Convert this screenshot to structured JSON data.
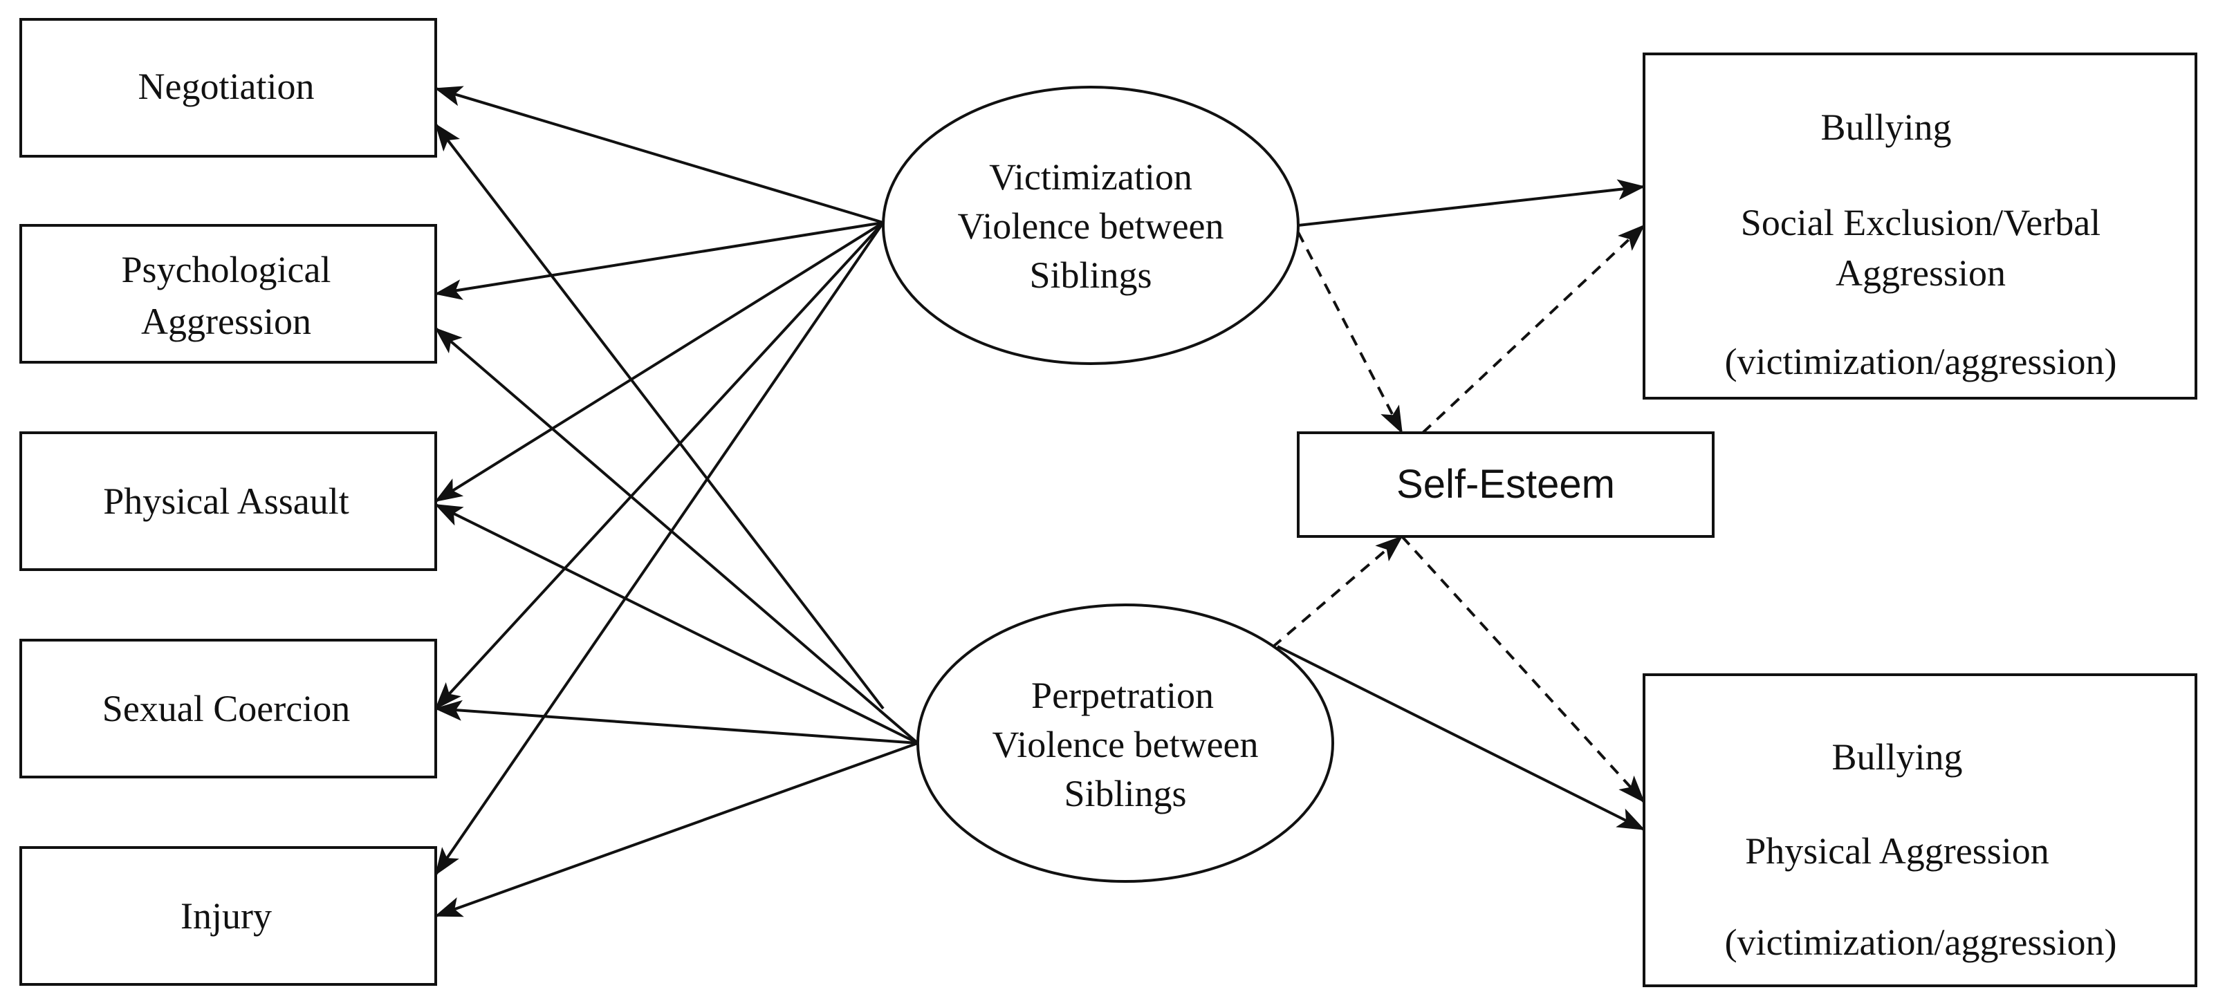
{
  "diagram": {
    "colors": {
      "stroke": "#111111",
      "background": "#ffffff"
    },
    "nodes": {
      "negotiation": {
        "lines": [
          "Negotiation"
        ]
      },
      "psychological": {
        "lines": [
          "Psychological",
          "Aggression"
        ]
      },
      "physical_assault": {
        "lines": [
          "Physical Assault"
        ]
      },
      "sexual_coercion": {
        "lines": [
          "Sexual Coercion"
        ]
      },
      "injury": {
        "lines": [
          "Injury"
        ]
      },
      "victimization": {
        "lines": [
          "Victimization",
          "Violence between",
          "Siblings"
        ]
      },
      "perpetration": {
        "lines": [
          "Perpetration",
          "Violence between",
          "Siblings"
        ]
      },
      "self_esteem": {
        "lines": [
          "Self-Esteem"
        ]
      },
      "bullying_social": {
        "lines": [
          "Bullying",
          "Social Exclusion/Verbal",
          "Aggression",
          "(victimization/aggression)"
        ]
      },
      "bullying_physical": {
        "lines": [
          "Bullying",
          "Physical Aggression",
          "(victimization/aggression)"
        ]
      }
    },
    "edges": [
      {
        "from": "victimization",
        "to": "negotiation",
        "style": "solid"
      },
      {
        "from": "victimization",
        "to": "psychological",
        "style": "solid"
      },
      {
        "from": "victimization",
        "to": "physical_assault",
        "style": "solid"
      },
      {
        "from": "victimization",
        "to": "sexual_coercion",
        "style": "solid"
      },
      {
        "from": "victimization",
        "to": "injury",
        "style": "solid"
      },
      {
        "from": "perpetration",
        "to": "negotiation",
        "style": "solid"
      },
      {
        "from": "perpetration",
        "to": "psychological",
        "style": "solid"
      },
      {
        "from": "perpetration",
        "to": "physical_assault",
        "style": "solid"
      },
      {
        "from": "perpetration",
        "to": "sexual_coercion",
        "style": "solid"
      },
      {
        "from": "perpetration",
        "to": "injury",
        "style": "solid"
      },
      {
        "from": "victimization",
        "to": "bullying_social",
        "style": "solid"
      },
      {
        "from": "perpetration",
        "to": "bullying_physical",
        "style": "solid"
      },
      {
        "from": "victimization",
        "to": "self_esteem",
        "style": "dashed"
      },
      {
        "from": "perpetration",
        "to": "self_esteem",
        "style": "dashed"
      },
      {
        "from": "self_esteem",
        "to": "bullying_social",
        "style": "dashed"
      },
      {
        "from": "self_esteem",
        "to": "bullying_physical",
        "style": "dashed"
      }
    ]
  }
}
